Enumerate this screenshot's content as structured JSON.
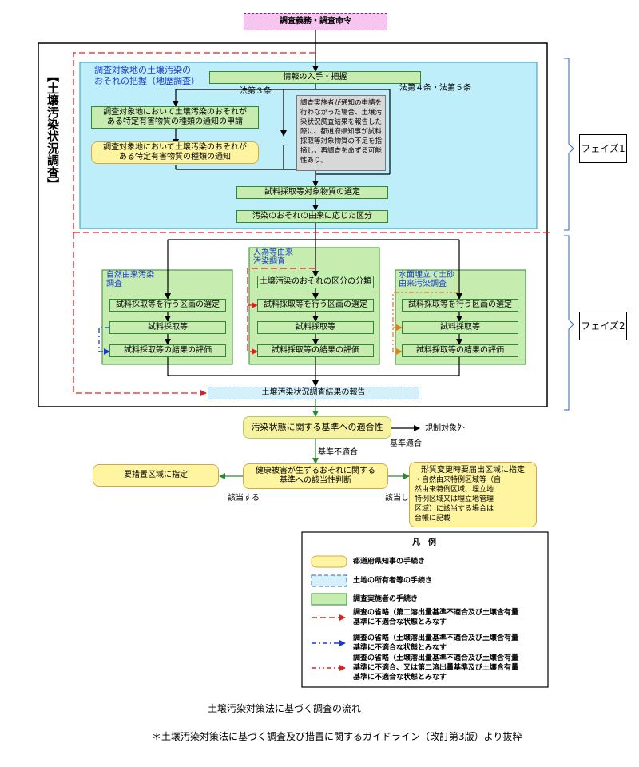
{
  "top": "調査義務・調査命令",
  "survey_label": "【土壌汚染状況調査】",
  "phase1": "フェイズ1",
  "phase2": "フェイズ2",
  "history": {
    "title": "調査対象地の土壌汚染の\nおそれの把握（地歴調査）",
    "info": "情報の入手・把握",
    "law3": "法第３条",
    "law45": "法第４条・法第５条",
    "apply": "調査対象地において土壌汚染のおそれが\nある特定有害物質の種類の通知の申請",
    "notice": "調査対象地において土壌汚染のおそれが\nある特定有害物質の種類の通知",
    "note": "調査実施者が通知の申請を行わなかった場合、土壌汚染状況調査結果を報告した際に、都道府県知事が試料採取等対象物質の不足を指摘し、再調査を命ずる可能性あり。",
    "select": "試料採取等対象物質の選定",
    "classify": "汚染のおそれの由来に応じた区分"
  },
  "columns": [
    {
      "title": "自然由来汚染\n調査",
      "s1": "試料採取等を行う区画の選定",
      "s2": "試料採取等",
      "s3": "試料採取等の結果の評価"
    },
    {
      "title": "人為等由来\n汚染調査",
      "s0": "土壌汚染のおそれの区分の分類",
      "s1": "試料採取等を行う区画の選定",
      "s2": "試料採取等",
      "s3": "試料採取等の結果の評価"
    },
    {
      "title": "水面埋立て土砂\n由来汚染調査",
      "s1": "試料採取等を行う区画の選定",
      "s2": "試料採取等",
      "s3": "試料採取等の結果の評価"
    }
  ],
  "report": "土壌汚染状況調査結果の報告",
  "conformity": "汚染状態に関する基準への適合性",
  "out_of_scope": "規制対象外",
  "std_conform": "基準適合",
  "std_nonconform": "基準不適合",
  "health": "健康被害が生ずるおそれに関する\n基準への該当性判断",
  "designate": "要措置区域に指定",
  "applicable": "該当する",
  "not_applicable": "該当しない",
  "shape_change": {
    "title": "形質変更時要届出区域に指定",
    "body": "・自然由来特例区域等（自\n然由来特例区域、埋立地\n特例区域又は埋立地管理\n区域）に該当する場合は\n台帳に記載"
  },
  "legend": {
    "title": "凡　例",
    "items": [
      "都道府県知事の手続き",
      "土地の所有者等の手続き",
      "調査実施者の手続き",
      "調査の省略（第二溶出量基準不適合及び土壌含有量\n基準に不適合な状態とみなす",
      "調査の省略（土壌溶出量基準不適合及び土壌含有量\n基準に不適合な状態とみなす",
      "調査の省略（土壌溶出量基準不適合及び土壌含有量\n基準に不適合、又は第二溶出量基準及び土壌含有量\n基準に不適合な状態とみなす"
    ]
  },
  "caption": "土壌汚染対策法に基づく調査の流れ",
  "source": "＊土壌汚染対策法に基づく調査及び措置に関するガイドライン（改訂第3版）より抜粋",
  "colors": {
    "green": "#c6ecb0",
    "yellow": "#fff5a0",
    "cyan": "#bdeefa",
    "red": "#e02020",
    "blue": "#1a3ad0",
    "pink": "#f6c6f0"
  }
}
